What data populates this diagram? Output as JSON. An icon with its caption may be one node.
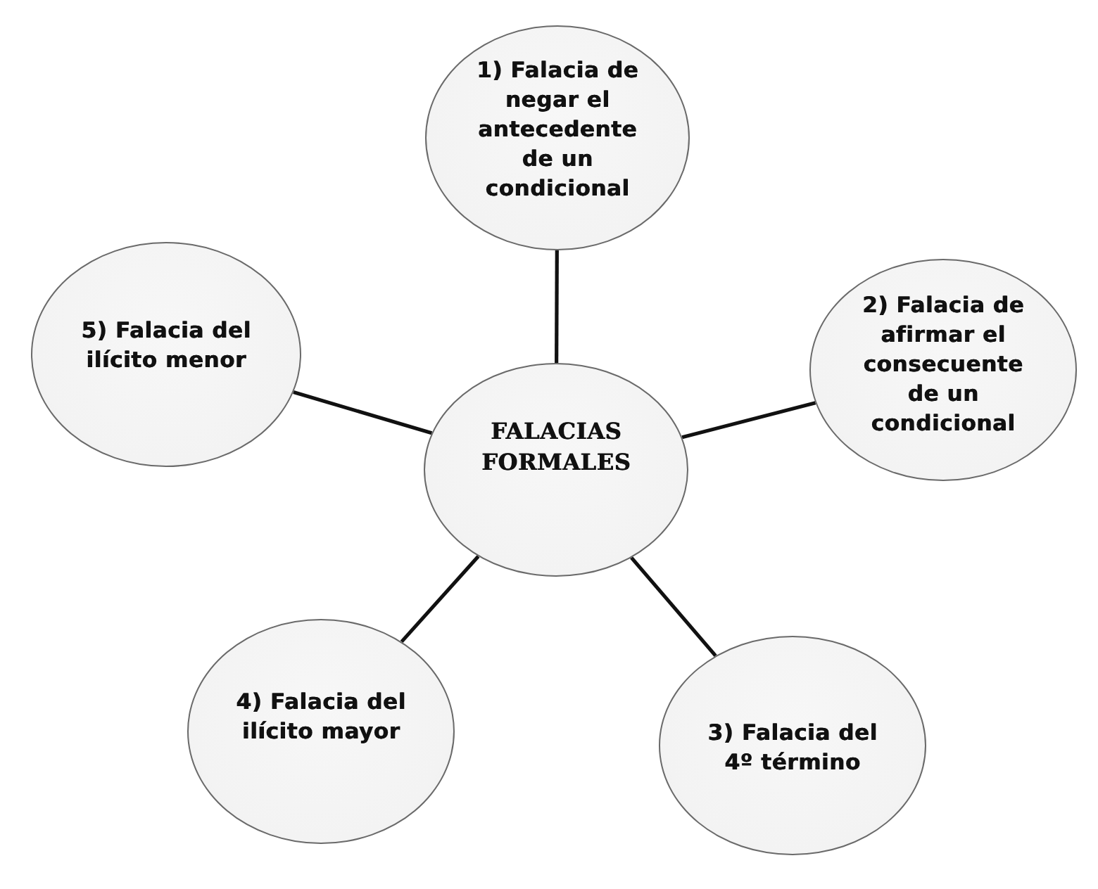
{
  "diagram": {
    "nodes": [
      {
        "text": [
          "FALACIAS FORMALES"
        ]
      },
      {
        "text": [
          "1) Falacia de negar el antecedente de un condicional"
        ]
      },
      {
        "text": [
          "2) Falacia de afirmar el consecuente de un condicional"
        ]
      },
      {
        "text": [
          "3) Falacia del 4º término"
        ]
      },
      {
        "text": [
          "4) Falacia del ilícito mayor"
        ]
      },
      {
        "text": [
          "5) Falacia del ilícito menor"
        ]
      }
    ],
    "edges": [
      {
        "from": 0,
        "to": 1,
        "arrow": "none"
      },
      {
        "from": 0,
        "to": 2,
        "arrow": "none"
      },
      {
        "from": 0,
        "to": 3,
        "arrow": "none"
      },
      {
        "from": 0,
        "to": 4,
        "arrow": "none"
      },
      {
        "from": 0,
        "to": 5,
        "arrow": "none"
      }
    ]
  }
}
